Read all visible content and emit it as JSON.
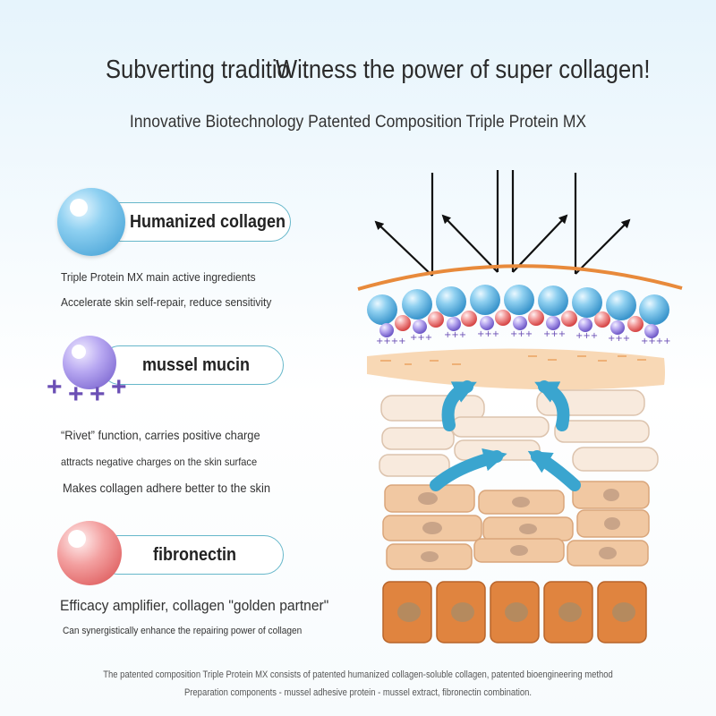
{
  "header": {
    "title_overlap_text": "Subverting traditio",
    "title_main": "Witness the power of super collagen!",
    "subtitle": "Innovative Biotechnology Patented Composition Triple Protein MX"
  },
  "ingredients": [
    {
      "name": "Humanized collagen",
      "icon": "blue-sphere-icon",
      "color": "#5ab4e5",
      "lines": [
        "Triple Protein MX main active ingredients",
        "Accelerate skin self-repair, reduce sensitivity"
      ]
    },
    {
      "name": "mussel mucin",
      "icon": "purple-sphere-icon",
      "color": "#9c88e6",
      "lines": [
        "“Rivet” function, carries positive charge",
        "attracts negative charges on the skin surface",
        "Makes collagen adhere better to the skin"
      ]
    },
    {
      "name": "fibronectin",
      "icon": "red-sphere-icon",
      "color": "#ef7b7b",
      "lines": [
        "Efficacy amplifier, collagen \"golden partner\"",
        "Can synergistically enhance the repairing power of collagen"
      ]
    }
  ],
  "footer": {
    "line1": "The patented composition Triple Protein MX consists of patented humanized collagen-soluble collagen, patented bioengineering method",
    "line2": "Preparation components - mussel adhesive protein - mussel extract, fibronectin combination."
  },
  "colors": {
    "pill_border": "#66b7ca",
    "arrow_teal": "#3aa5cf",
    "skin_orange": "#e88a3b",
    "cell_orange": "#d9864a"
  }
}
